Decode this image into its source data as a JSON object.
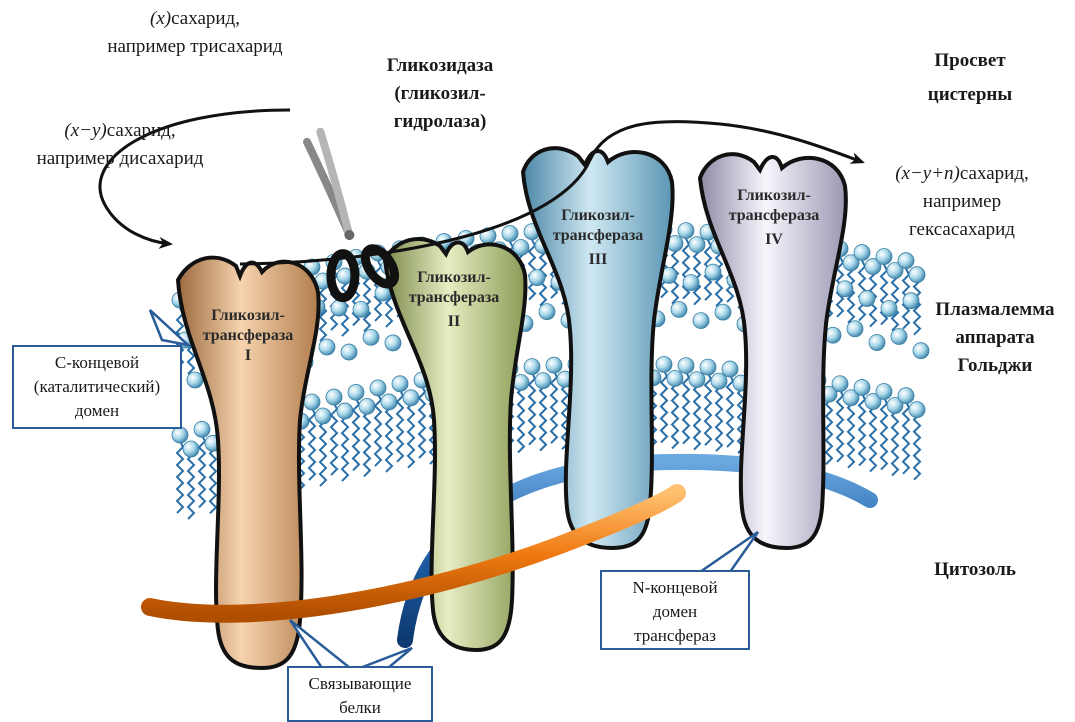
{
  "top_sugar": {
    "x": "(x)",
    "rest": "сахарид,",
    "line2": "например трисахарид"
  },
  "left_sugar": {
    "x": "(x−y)",
    "rest": "сахарид,",
    "line2": "например дисахарид"
  },
  "right_sugar": {
    "x": "(x−y+n)",
    "rest": "сахарид,",
    "line2": "например",
    "line3": "гексасахарид"
  },
  "glycosidase": {
    "line1": "Гликозидаза",
    "line2": "(гликозил-",
    "line3": "гидролаза)"
  },
  "lumen": {
    "line1": "Просвет",
    "line2": "цистерны"
  },
  "membrane": {
    "line1": "Плазмалемма",
    "line2": "аппарата",
    "line3": "Гольджи"
  },
  "cytosol": "Цитозоль",
  "enzymes": [
    {
      "l1": "Гликозил-",
      "l2": "трансфераза",
      "l3": "I",
      "color": "#e8b98c"
    },
    {
      "l1": "Гликозил-",
      "l2": "трансфераза",
      "l3": "II",
      "color": "#c9d49a"
    },
    {
      "l1": "Гликозил-",
      "l2": "трансфераза",
      "l3": "III",
      "color": "#9fcbe0"
    },
    {
      "l1": "Гликозил-",
      "l2": "трансфераза",
      "l3": "IV",
      "color": "#e4e2ef"
    }
  ],
  "callouts": {
    "c_terminal": {
      "l1": "С-концевой",
      "l2": "(каталитический)",
      "l3": "домен"
    },
    "n_terminal": {
      "l1": "N-концевой",
      "l2": "домен",
      "l3": "трансфераз"
    },
    "binding": {
      "l1": "Связывающие",
      "l2": "белки"
    }
  },
  "colors": {
    "callout_border": "#2a5c9a",
    "binding_protein": "#f07a12",
    "n_domain": "#1f5fa8",
    "lipid_head": "#a9d8ea",
    "lipid_tail": "#2a6fa8"
  }
}
